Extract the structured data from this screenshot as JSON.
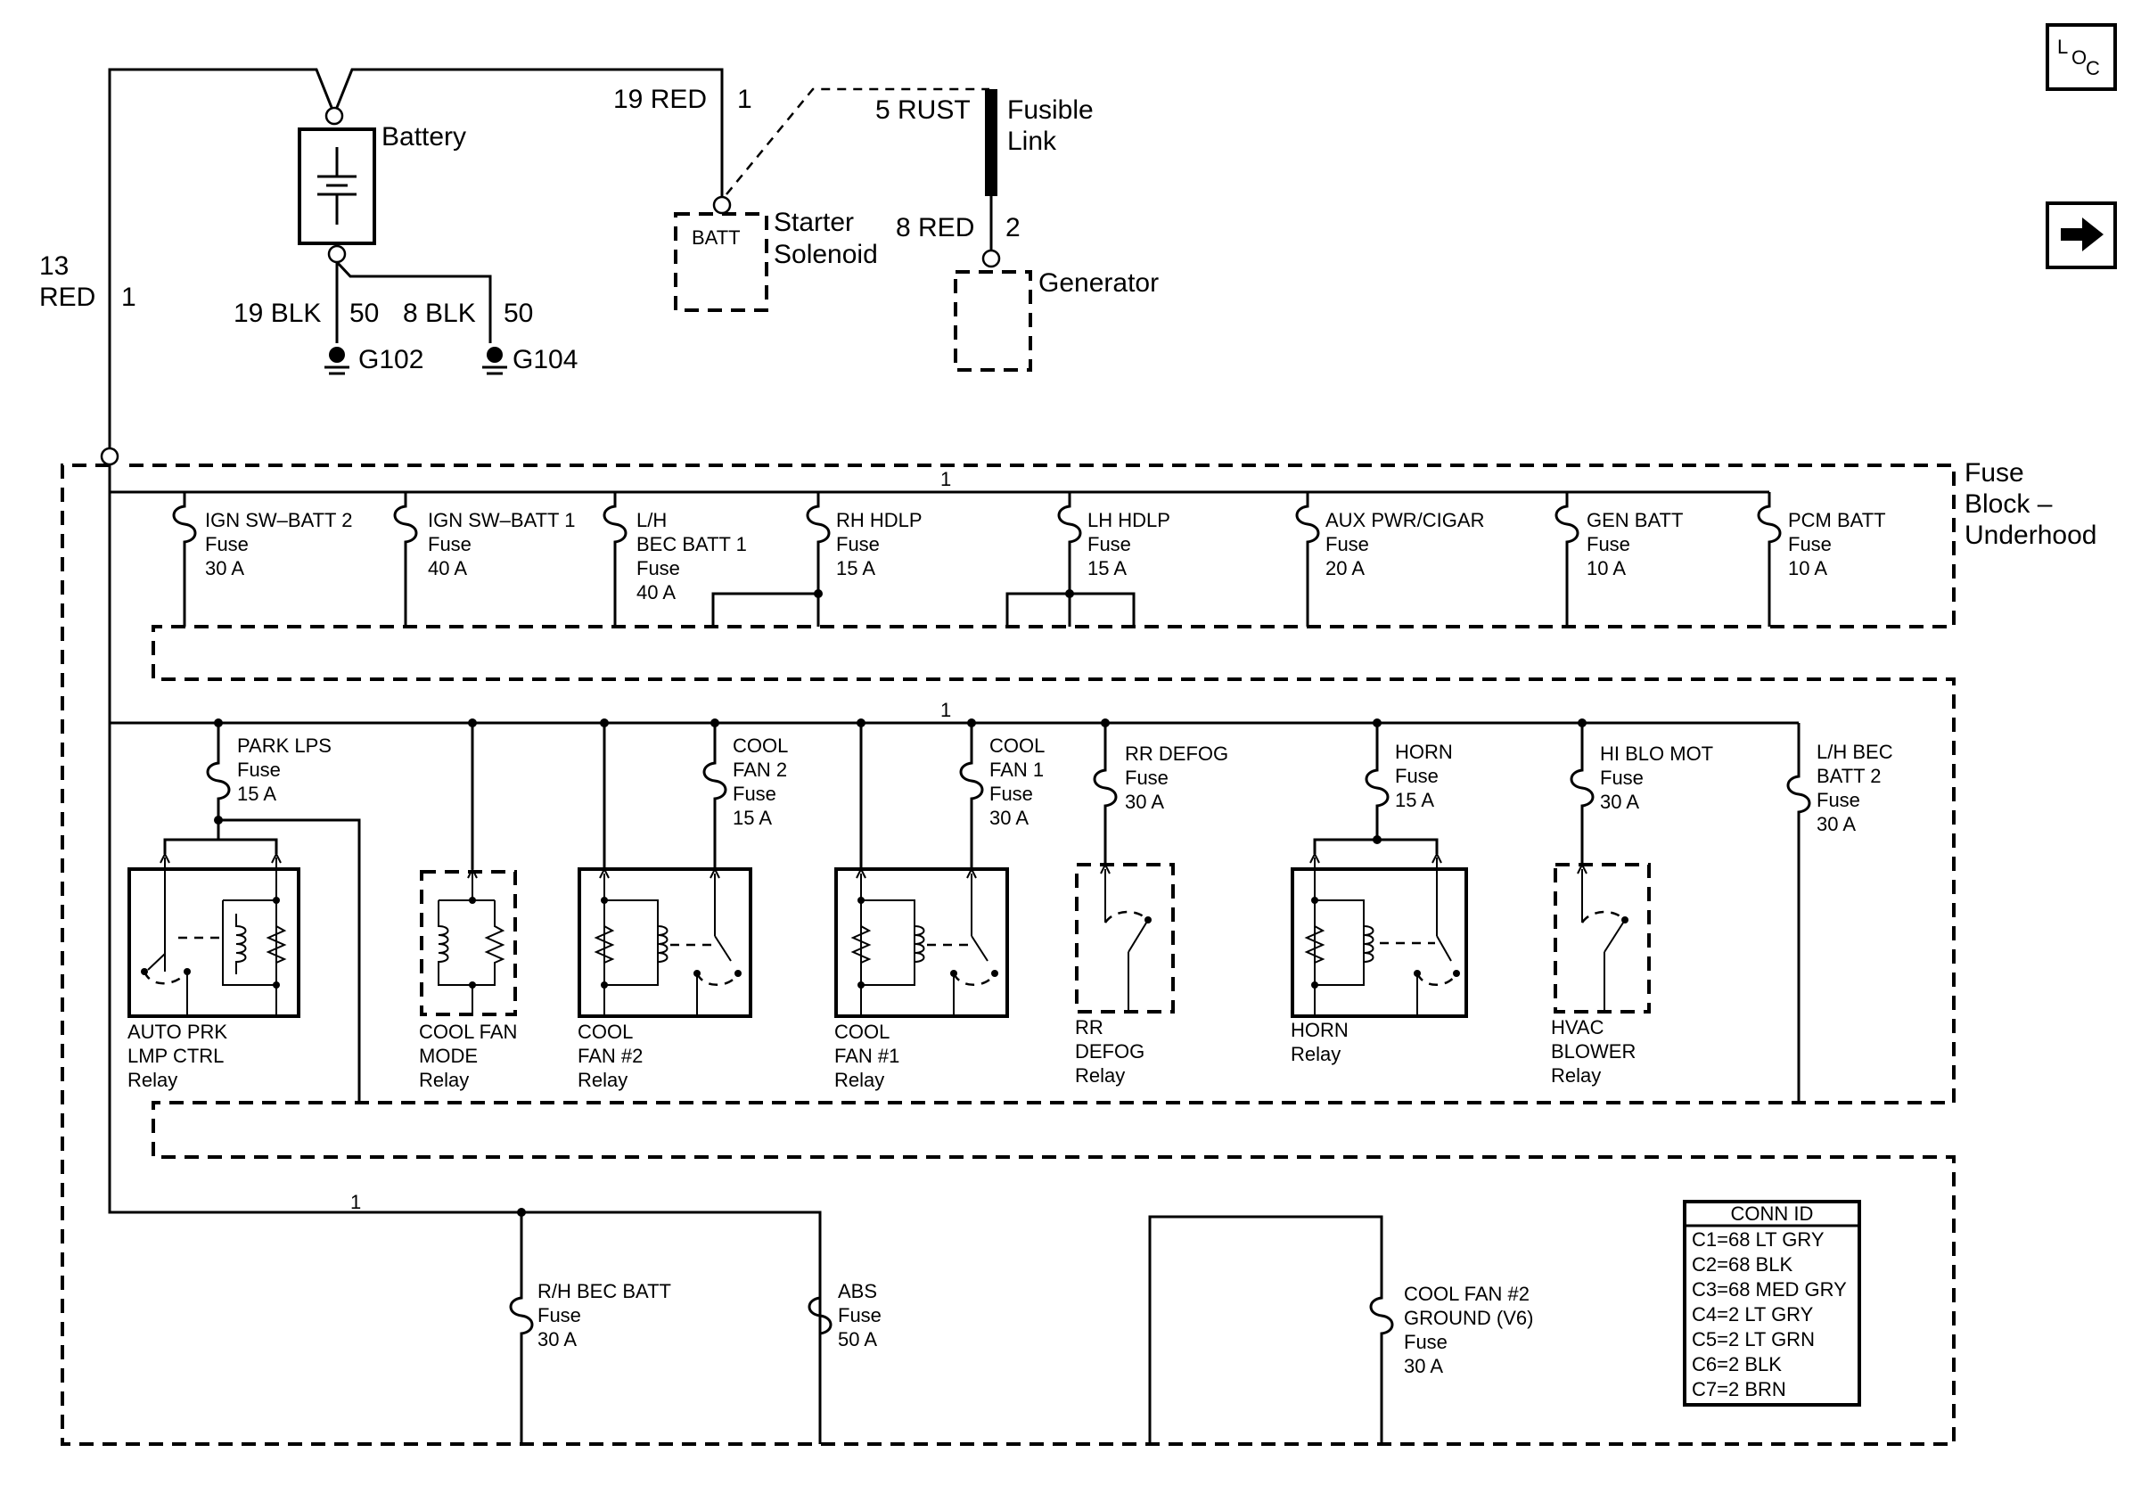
{
  "battery": {
    "label": "Battery",
    "pos_wire": "19 RED",
    "pos_pin": "1",
    "gnd_a_wire": "19 BLK",
    "gnd_a_pin": "50",
    "gnd_a_id": "G102",
    "gnd_b_wire": "8 BLK",
    "gnd_b_pin": "50",
    "gnd_b_id": "G104"
  },
  "feed": {
    "wire_line1": "13",
    "wire_line2": "RED",
    "pin": "1"
  },
  "starter": {
    "batt_label": "BATT",
    "label1": "Starter",
    "label2": "Solenoid"
  },
  "fusible_link": {
    "wire_in": "5 RUST",
    "label1": "Fusible",
    "label2": "Link"
  },
  "generator": {
    "wire": "8 RED",
    "pin": "2",
    "label": "Generator"
  },
  "fuse_block": {
    "line1": "Fuse",
    "line2": "Block –",
    "line3": "Underhood",
    "bus_pin": "1"
  },
  "row1_fuses": [
    {
      "l1": "IGN SW–BATT 2",
      "l2": "Fuse",
      "l3": "30 A"
    },
    {
      "l1": "IGN SW–BATT 1",
      "l2": "Fuse",
      "l3": "40 A"
    },
    {
      "l1": "L/H",
      "l2": "BEC BATT 1",
      "l3": "Fuse",
      "l4": "40 A"
    },
    {
      "l1": "RH HDLP",
      "l2": "Fuse",
      "l3": "15 A"
    },
    {
      "l1": "LH HDLP",
      "l2": "Fuse",
      "l3": "15 A"
    },
    {
      "l1": "AUX PWR/CIGAR",
      "l2": "Fuse",
      "l3": "20 A"
    },
    {
      "l1": "GEN BATT",
      "l2": "Fuse",
      "l3": "10 A"
    },
    {
      "l1": "PCM BATT",
      "l2": "Fuse",
      "l3": "10 A"
    }
  ],
  "row2_fuses": [
    {
      "l1": "PARK LPS",
      "l2": "Fuse",
      "l3": "15 A"
    },
    {
      "l1": "COOL",
      "l2": "FAN 2",
      "l3": "Fuse",
      "l4": "15 A"
    },
    {
      "l1": "COOL",
      "l2": "FAN 1",
      "l3": "Fuse",
      "l4": "30 A"
    },
    {
      "l1": "RR DEFOG",
      "l2": "Fuse",
      "l3": "30 A"
    },
    {
      "l1": "HORN",
      "l2": "Fuse",
      "l3": "15 A"
    },
    {
      "l1": "HI BLO MOT",
      "l2": "Fuse",
      "l3": "30 A"
    },
    {
      "l1": "L/H BEC",
      "l2": "BATT 2",
      "l3": "Fuse",
      "l4": "30 A"
    }
  ],
  "relays": [
    {
      "l1": "AUTO PRK",
      "l2": "LMP CTRL",
      "l3": "Relay"
    },
    {
      "l1": "COOL FAN",
      "l2": "MODE",
      "l3": "Relay"
    },
    {
      "l1": "COOL",
      "l2": "FAN #2",
      "l3": "Relay"
    },
    {
      "l1": "COOL",
      "l2": "FAN #1",
      "l3": "Relay"
    },
    {
      "l1": "RR",
      "l2": "DEFOG",
      "l3": "Relay"
    },
    {
      "l1": "HORN",
      "l2": "Relay"
    },
    {
      "l1": "HVAC",
      "l2": "BLOWER",
      "l3": "Relay"
    }
  ],
  "row3_fuses": [
    {
      "l1": "R/H BEC BATT",
      "l2": "Fuse",
      "l3": "30 A"
    },
    {
      "l1": "ABS",
      "l2": "Fuse",
      "l3": "50 A"
    },
    {
      "l1": "COOL FAN #2",
      "l2": "GROUND (V6)",
      "l3": "Fuse",
      "l4": "30 A"
    }
  ],
  "conn_id": {
    "title": "CONN ID",
    "rows": [
      "C1=68 LT GRY",
      "C2=68 BLK",
      "C3=68 MED GRY",
      "C4=2 LT GRY",
      "C5=2 LT GRN",
      "C6=2 BLK",
      "C7=2 BRN"
    ]
  },
  "nav": {
    "loc_l": "L",
    "loc_o": "O",
    "loc_c": "C",
    "next_icon": "arrow-right-icon"
  }
}
